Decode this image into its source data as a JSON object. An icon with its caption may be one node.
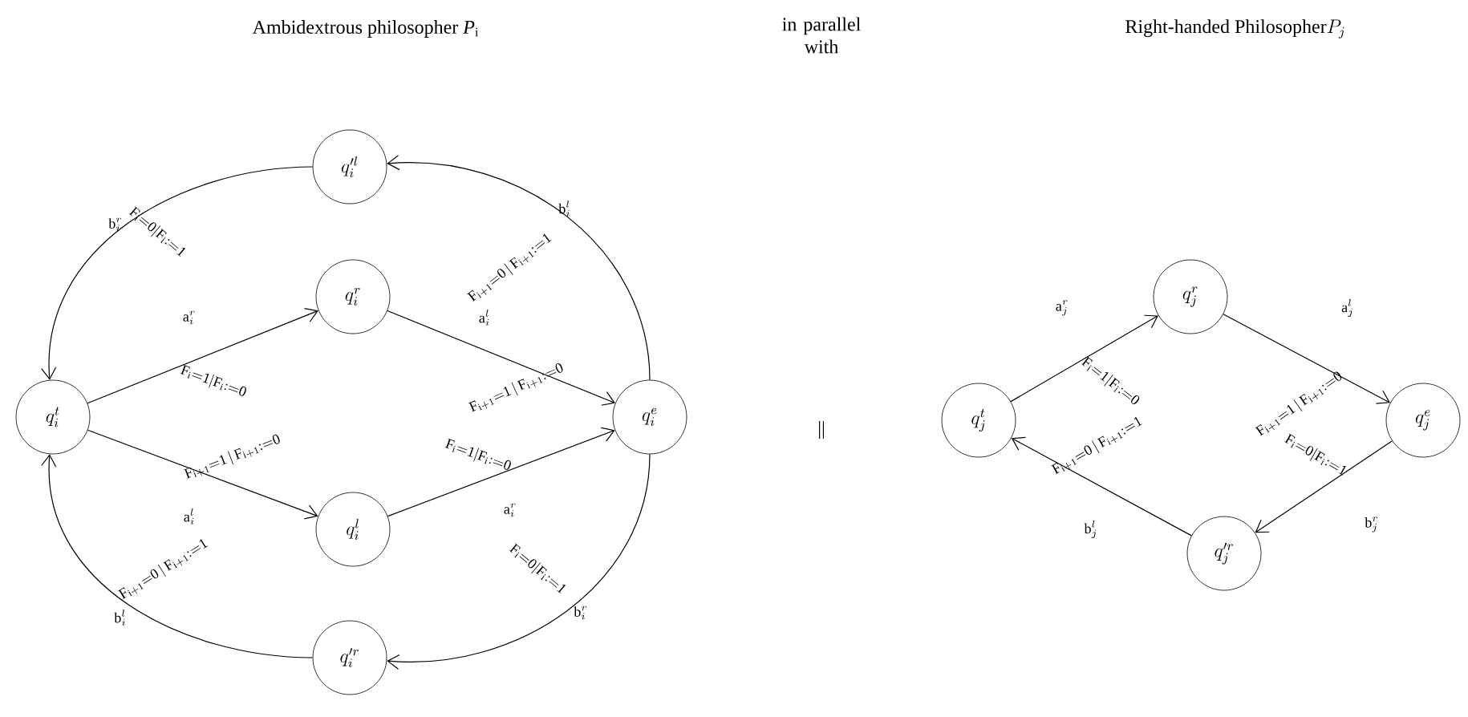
{
  "diagram": {
    "nodes": [
      {
        "text": [
          "q_i^t"
        ]
      },
      {
        "text": [
          "q_i^r"
        ]
      },
      {
        "text": [
          "q_i^l"
        ]
      },
      {
        "text": [
          "q_i^e"
        ]
      },
      {
        "text": [
          "q_i'^l"
        ]
      },
      {
        "text": [
          "q_i'^r"
        ]
      },
      {
        "text": [
          "q_j^t"
        ]
      },
      {
        "text": [
          "q_j^r"
        ]
      },
      {
        "text": [
          "q_j^e"
        ]
      },
      {
        "text": [
          "q_j'^r"
        ]
      }
    ],
    "edges": [
      {
        "from": 0,
        "to": 1,
        "arrow": "to",
        "label": [
          "\\mathrm{a}_i^r",
          "\\mathrm{F_i{=}1|F_i{:=}0}"
        ]
      },
      {
        "from": 0,
        "to": 2,
        "arrow": "to",
        "label": [
          "\\mathrm{a}_i^l",
          "\\mathrm{F_{i+1}{=}1\\,|\\,F_{i+1}{:=}0}"
        ]
      },
      {
        "from": 1,
        "to": 3,
        "arrow": "to",
        "label": [
          "\\mathrm{a}_i^l",
          "\\mathrm{F_{i+1}{=}1\\,|\\,F_{i+1}{:=}0}"
        ]
      },
      {
        "from": 2,
        "to": 3,
        "arrow": "to",
        "label": [
          "\\mathrm{a}_i^r",
          "\\mathrm{F_i{=}1|F_i{:=}0}"
        ]
      },
      {
        "from": 3,
        "to": 4,
        "arrow": "to",
        "label": [
          "\\mathrm{b}_i^l",
          "\\mathrm{F_{i+1}{=}0\\,|\\,F_{i+1}{:=}1}"
        ]
      },
      {
        "from": 4,
        "to": 0,
        "arrow": "to",
        "label": [
          "\\mathrm{b}_i^r",
          "\\mathrm{F_i{=}0|F_i{:=}1}"
        ]
      },
      {
        "from": 3,
        "to": 5,
        "arrow": "to",
        "label": [
          "\\mathrm{b}_i^r",
          "\\mathrm{F_i{=}0|F_i{:=}1}"
        ]
      },
      {
        "from": 5,
        "to": 0,
        "arrow": "to",
        "label": [
          "\\mathrm{b}_i^l",
          "\\mathrm{F_{i+1}{=}0\\,|\\,F_{i+1}{:=}1}"
        ]
      },
      {
        "from": 6,
        "to": 7,
        "arrow": "to",
        "label": [
          "\\mathrm{a}_j^r",
          "\\mathrm{F_i{=}1|F_i{:=}0}"
        ]
      },
      {
        "from": 7,
        "to": 8,
        "arrow": "to",
        "label": [
          "\\mathrm{a}_j^l",
          "\\mathrm{F_{i+1}{=}1\\,|\\,F_{i+1}{:=}0}"
        ]
      },
      {
        "from": 8,
        "to": 9,
        "arrow": "to",
        "label": [
          "\\mathrm{b}_j^r",
          "\\mathrm{F_i{=}0|F_i{:=}1}"
        ]
      },
      {
        "from": 9,
        "to": 6,
        "arrow": "to",
        "label": [
          "\\mathrm{b}_j^l",
          "\\mathrm{F_{i+1}{=}0\\,|\\,F_{i+1}{:=}1}"
        ]
      }
    ],
    "labels": [
      "Ambidextrous philosopher *P*$_{i}$",
      "in parallel with",
      "\\mbox{Right-handed Philosopher}P_j",
      "||"
    ]
  }
}
